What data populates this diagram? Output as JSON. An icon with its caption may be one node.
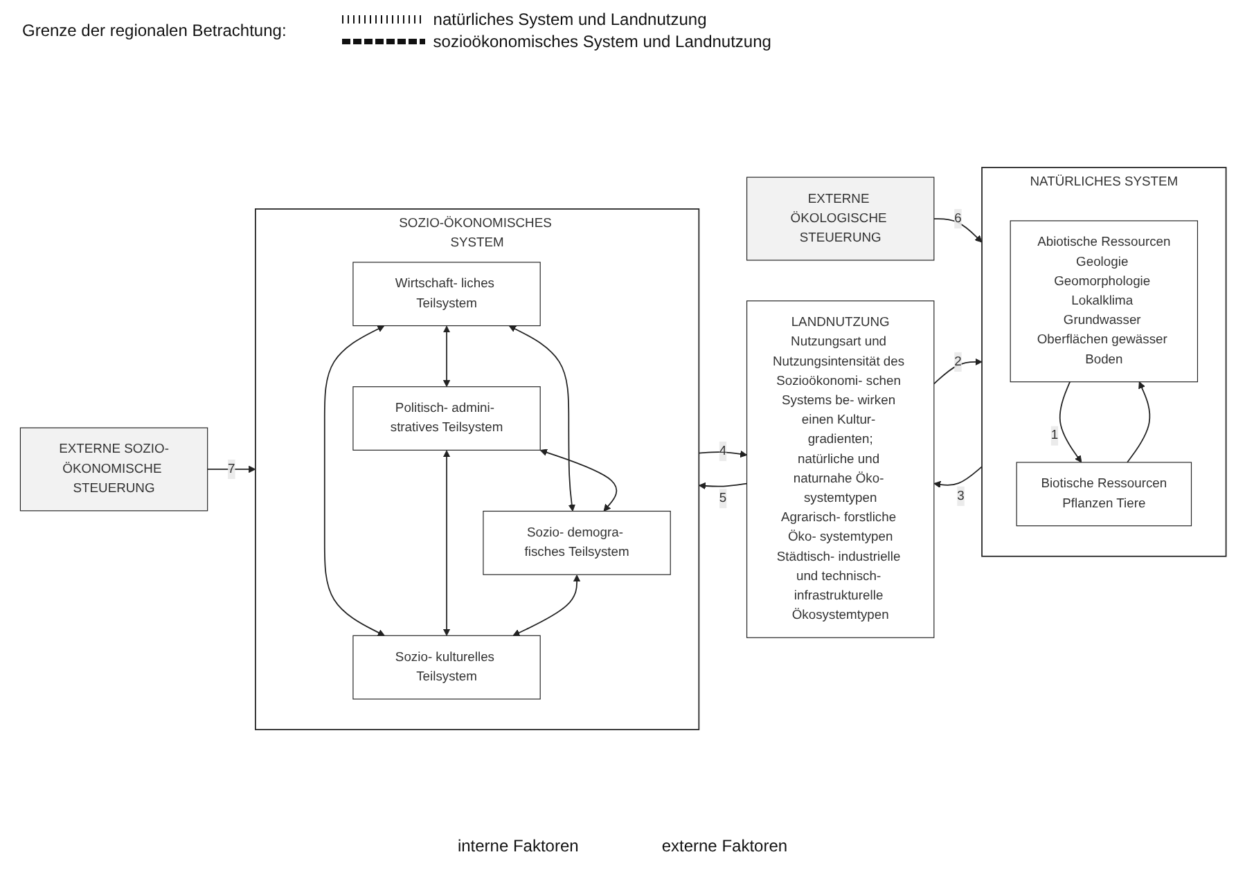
{
  "diagram": {
    "nodes": [
      {
        "text": [
          "EXTERNE ÖKOLOGISCHE STEUERUNG"
        ]
      },
      {
        "text": [
          "NATÜRLICHES SYSTEM"
        ]
      },
      {
        "text": [
          "Abiotische Ressourcen",
          "Geologie Geomorphologie Lokalklima Grundwasser Oberflächen gewässer Boden"
        ],
        "in": 1
      },
      {
        "text": [
          "Biotische Ressourcen",
          "Pflanzen Tiere"
        ],
        "in": 1
      },
      {
        "text": [
          "LANDNUTZUNG",
          "Nutzungsart und Nutzungsintensität des Sozioökonomi- schen Systems be- wirken einen Kultur- gradienten;",
          "natürliche und naturnahe Öko- systemtypen",
          "Agrarisch- forstliche Öko- systemtypen",
          "Städtisch- industrielle und technisch- infrastrukturelle Ökosystemtypen"
        ]
      },
      {
        "text": [
          "SOZIO-ÖKONOMISCHES SYSTEM"
        ]
      },
      {
        "text": [
          "Wirtschaft- liches Teilsystem"
        ],
        "in": 5
      },
      {
        "text": [
          "Politisch- admini- stratives Teilsystem"
        ],
        "in": 5
      },
      {
        "text": [
          "Sozio- demogra- fisches Teilsystem"
        ],
        "in": 5
      },
      {
        "text": [
          "Sozio- kulturelles Teilsystem"
        ],
        "in": 5
      },
      {
        "text": [
          "EXTERNE SOZIO-ÖKONOMISCHE STEUERUNG"
        ]
      }
    ],
    "edges": [
      {
        "from": 0,
        "to": 1,
        "arrow": "to",
        "label": "6"
      },
      {
        "from": 2,
        "to": 3,
        "arrow": "to",
        "label": "1"
      },
      {
        "from": 3,
        "to": 2,
        "arrow": "to"
      },
      {
        "from": 1,
        "to": 4,
        "arrow": "to",
        "label": "3"
      },
      {
        "from": 4,
        "to": 1,
        "arrow": "to",
        "label": "2"
      },
      {
        "from": 4,
        "to": 5,
        "arrow": "to",
        "label": "5"
      },
      {
        "from": 5,
        "to": 4,
        "arrow": "to",
        "label": "4"
      },
      {
        "from": 6,
        "to": 7,
        "arrow": "both"
      },
      {
        "from": 6,
        "to": 8,
        "arrow": "both"
      },
      {
        "from": 6,
        "to": 9,
        "arrow": "both"
      },
      {
        "from": 7,
        "to": 8,
        "arrow": "both"
      },
      {
        "from": 7,
        "to": 9,
        "arrow": "both"
      },
      {
        "from": 8,
        "to": 9,
        "arrow": "both"
      },
      {
        "from": 10,
        "to": 5,
        "arrow": "to",
        "label": "7"
      }
    ],
    "labels": [
      "Grenze der regionalen Betrachtung:",
      "interne Faktoren",
      "externe Faktoren"
    ],
    "legend": [
      {
        "text": "natürliches System und Landnutzung"
      },
      {
        "text": "sozioökonomisches System und Landnutzung"
      }
    ]
  }
}
